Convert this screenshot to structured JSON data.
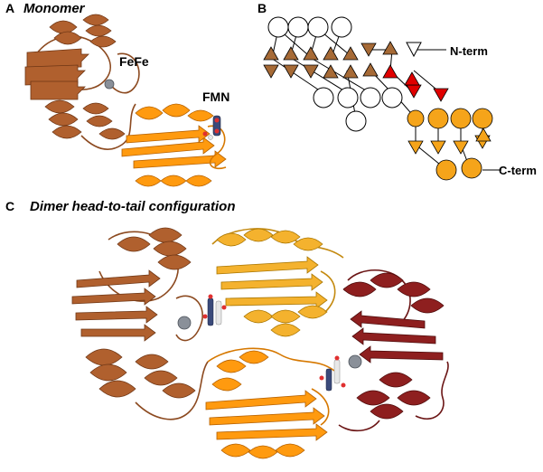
{
  "panels": {
    "a": {
      "label": "A",
      "title": "Monomer",
      "annotations": {
        "fefe": "FeFe",
        "fmn": "FMN"
      }
    },
    "b": {
      "label": "B",
      "annotations": {
        "n_term": "N-term",
        "c_term": "C-term"
      }
    },
    "c": {
      "label": "C",
      "title": "Dimer head-to-tail configuration"
    }
  },
  "colors": {
    "domain_brown": "#b0602e",
    "domain_orange": "#ff9a0f",
    "domain_gold": "#f4b22e",
    "domain_darkred": "#8e1f1f",
    "strand_red": "#e00000",
    "metal_gray": "#8a9099"
  }
}
